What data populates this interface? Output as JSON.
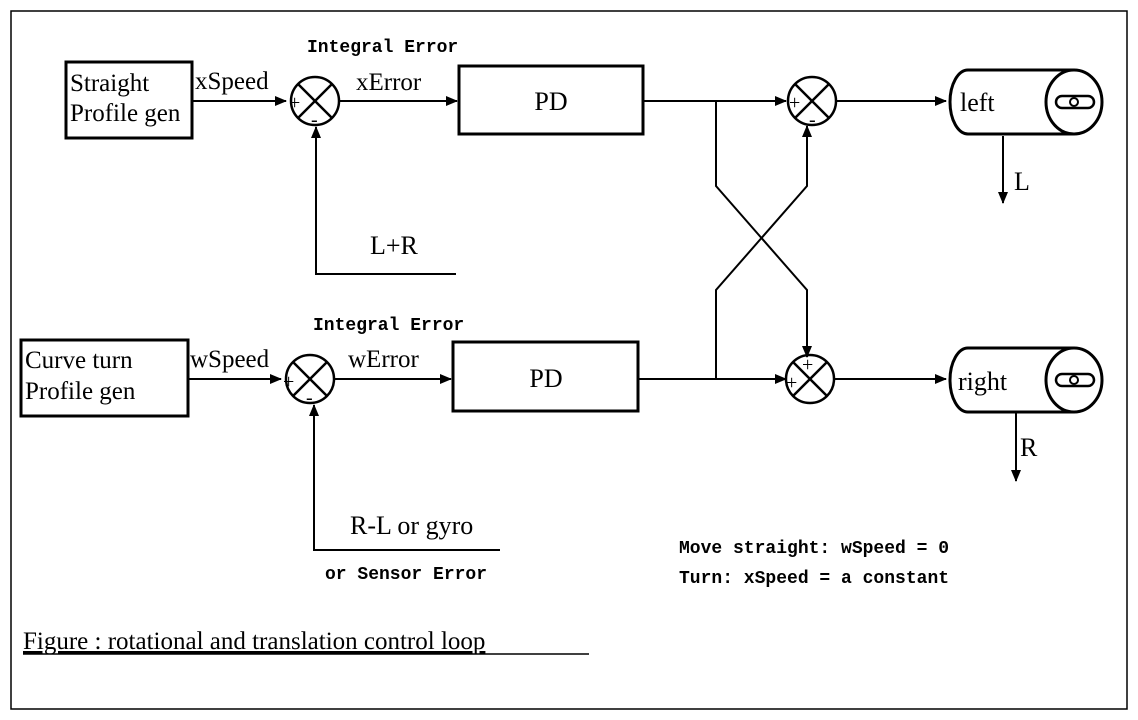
{
  "top_loop": {
    "profile_block": {
      "line1": "Straight",
      "line2": "Profile gen"
    },
    "speed_label": "xSpeed",
    "integral_error_label": "Integral Error",
    "error_label": "xError",
    "pd_label": "PD",
    "feedback_label": "L+R",
    "sum_signs": {
      "in": "+",
      "fb": "-"
    }
  },
  "bottom_loop": {
    "profile_block": {
      "line1": "Curve turn",
      "line2": "Profile gen"
    },
    "speed_label": "wSpeed",
    "integral_error_label": "Integral Error",
    "error_label": "wError",
    "pd_label": "PD",
    "feedback_label": "R-L or gyro",
    "feedback_label2": "or Sensor Error",
    "sum_signs": {
      "in": "+",
      "fb": "-"
    }
  },
  "mixer_left": {
    "sign_in": "+",
    "sign_cross": "-"
  },
  "mixer_right": {
    "sign_in": "+",
    "sign_cross": "+"
  },
  "motor_left": {
    "label": "left",
    "output_label": "L"
  },
  "motor_right": {
    "label": "right",
    "output_label": "R"
  },
  "notes": {
    "line1": "Move straight: wSpeed = 0",
    "line2": "Turn: xSpeed = a constant"
  },
  "caption": "Figure : rotational and translation control loop"
}
